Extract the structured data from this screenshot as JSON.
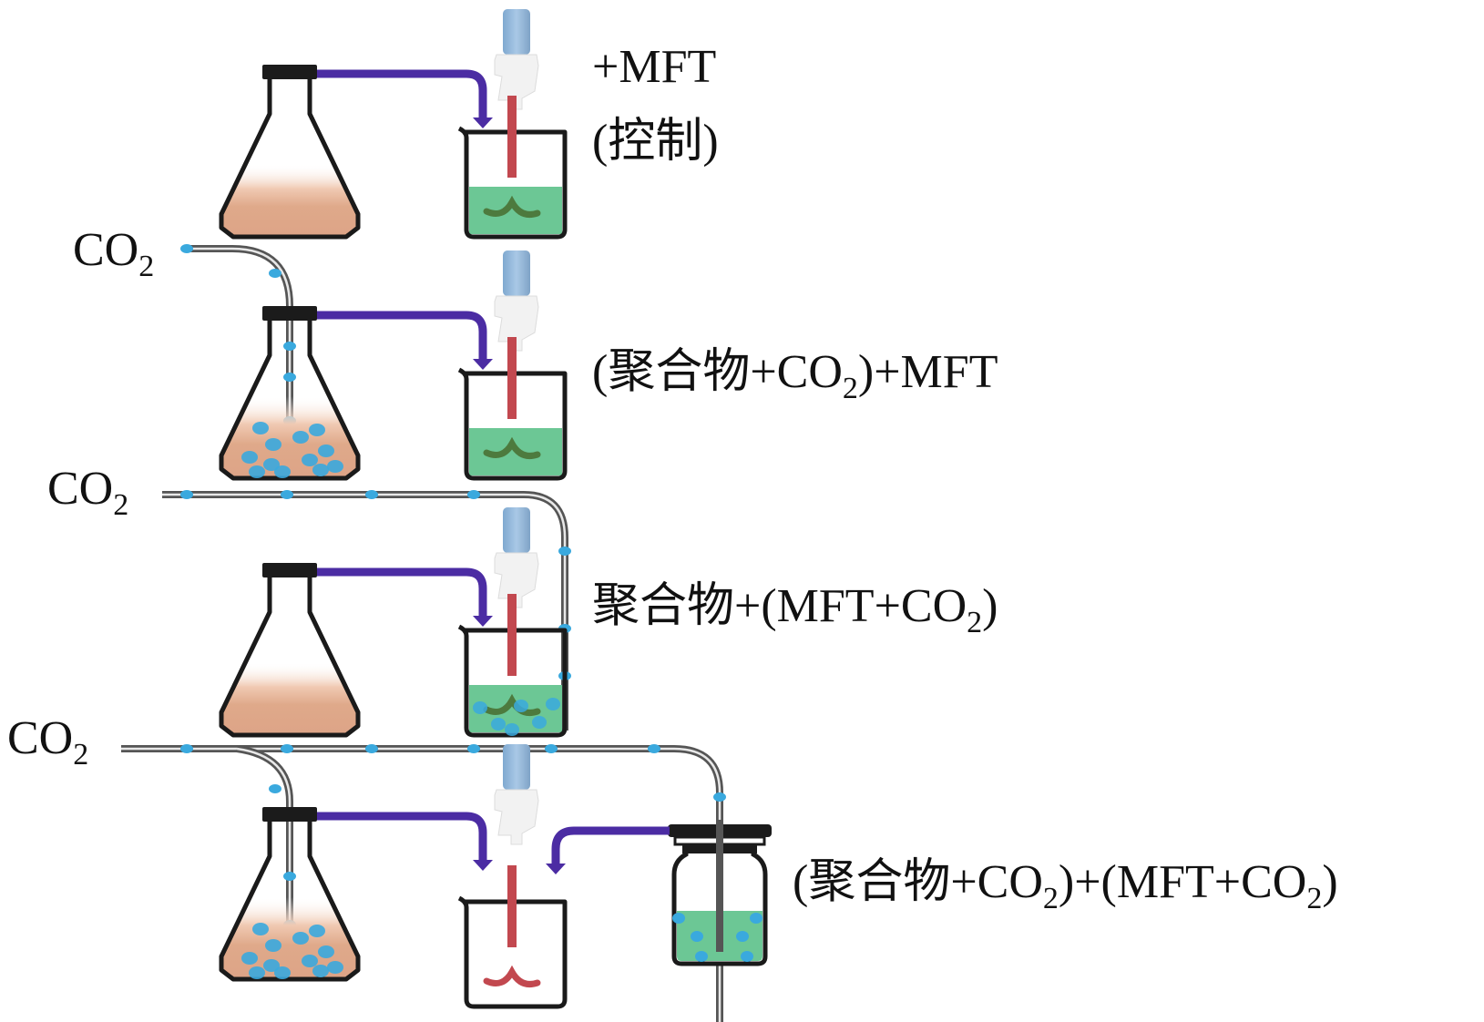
{
  "colors": {
    "flask_liquid": "#dfa98a",
    "flask_liquid_top": "#f3d6c5",
    "beaker_liquid": "#6cc795",
    "transfer_tube": "#4b2ca3",
    "gas_tube": "#555555",
    "bubble": "#3aa9de",
    "stopper": "#1b1b1b",
    "stirrer_shaft": "#c2484f",
    "stirrer_blade_green": "#4d7a3e",
    "stirrer_motor": "#8fb6d9",
    "stirrer_body": "#f2f2f2",
    "glass_outline": "#1a1a1a"
  },
  "gas_label": {
    "main": "CO",
    "sub": "2"
  },
  "rows": [
    {
      "id": "control",
      "label_line1": "+MFT",
      "label_line2": "(控制)",
      "co2_into_flask": false,
      "co2_into_beaker": false,
      "has_reservoir": false
    },
    {
      "id": "polymer-co2",
      "label_parts": [
        {
          "text": "(聚合物+CO"
        },
        {
          "sub": "2"
        },
        {
          "text": ")+MFT"
        }
      ],
      "co2_into_flask": true,
      "co2_into_beaker": false,
      "has_reservoir": false
    },
    {
      "id": "mft-co2",
      "label_parts": [
        {
          "text": "聚合物+(MFT+CO"
        },
        {
          "sub": "2"
        },
        {
          "text": ")"
        }
      ],
      "co2_into_flask": false,
      "co2_into_beaker": true,
      "has_reservoir": false
    },
    {
      "id": "both-co2",
      "label_parts": [
        {
          "text": "(聚合物+CO"
        },
        {
          "sub": "2"
        },
        {
          "text": ")+(MFT+CO"
        },
        {
          "sub": "2"
        },
        {
          "text": ")"
        }
      ],
      "co2_into_flask": true,
      "co2_into_beaker": false,
      "has_reservoir": true
    }
  ]
}
